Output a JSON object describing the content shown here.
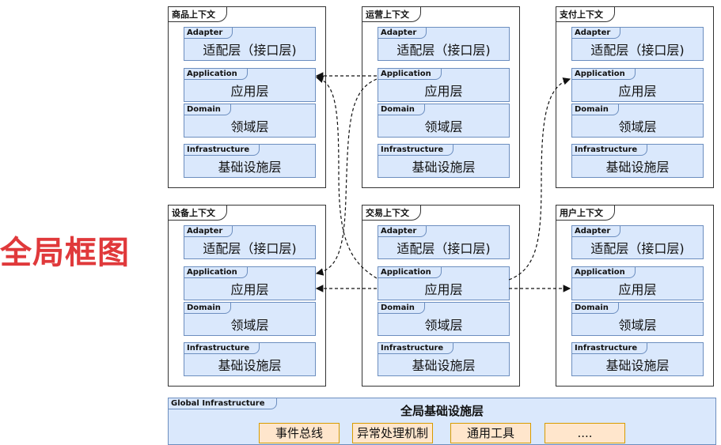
{
  "side_title": "全局框图",
  "contexts": [
    {
      "name": "商品上下文"
    },
    {
      "name": "运营上下文"
    },
    {
      "name": "支付上下文"
    },
    {
      "name": "设备上下文"
    },
    {
      "name": "交易上下文"
    },
    {
      "name": "用户上下文"
    }
  ],
  "layers": {
    "adapter": {
      "tag": "Adapter",
      "name": "适配层（接口层)"
    },
    "application": {
      "tag": "Application",
      "name": "应用层"
    },
    "domain": {
      "tag": "Domain",
      "name": "领域层"
    },
    "infrastructure": {
      "tag": "Infrastructure",
      "name": "基础设施层"
    }
  },
  "global_infrastructure": {
    "tag": "Global Infrastructure",
    "title": "全局基础设施层",
    "items": [
      "事件总线",
      "异常处理机制",
      "通用工具",
      "...."
    ]
  }
}
